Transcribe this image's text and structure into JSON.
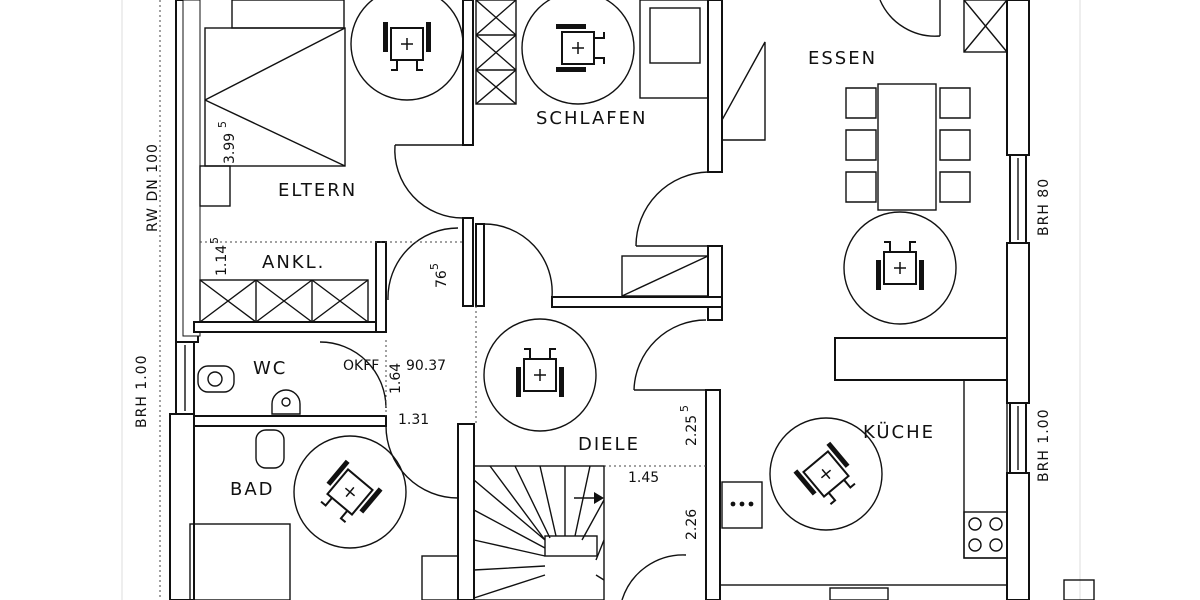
{
  "rooms": {
    "eltern": "ELTERN",
    "schlafen": "SCHLAFEN",
    "essen": "ESSEN",
    "ankl": "ANKL.",
    "wc": "WC",
    "bad": "BAD",
    "diele": "DIELE",
    "kueche": "KÜCHE"
  },
  "annotations": {
    "okff_label": "OKFF",
    "okff_value": "90.37",
    "rw": "RW DN 100",
    "brh_left": "BRH 1.00",
    "brh_right_top": "BRH 80",
    "brh_right_bottom": "BRH 1.00"
  },
  "dimensions": {
    "d399": "3.99",
    "d399_sup": "5",
    "d114": "1.14",
    "d114_sup": "5",
    "d76": "76",
    "d76_sup": "5",
    "d164": "1.64",
    "d131": "1.31",
    "d225": "2.25",
    "d225_sup": "5",
    "d145": "1.45",
    "d226": "2.26"
  },
  "colors": {
    "line": "#111111",
    "background": "#ffffff"
  },
  "icons": {
    "wheelchair": "wheelchair-turning-circle-icon"
  }
}
